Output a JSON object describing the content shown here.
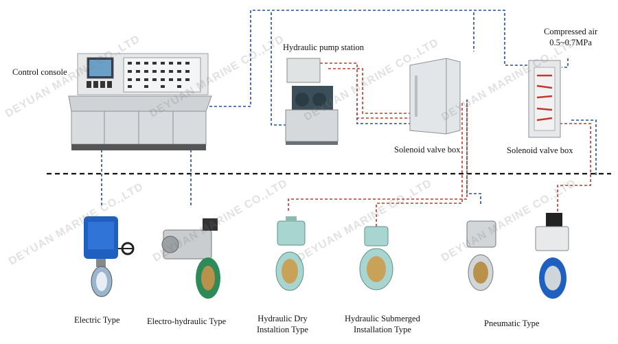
{
  "labels": {
    "control_console": "Control console",
    "hydraulic_pump_station": "Hydraulic pump station",
    "solenoid_box_1": "Solenoid valve box",
    "solenoid_box_2": "Solenoid valve box",
    "compressed_air_line1": "Compressed air",
    "compressed_air_line2": "0.5~0.7MPa",
    "electric_type": "Electric Type",
    "electro_hydraulic_type": "Electro-hydraulic Type",
    "hydraulic_dry_line1": "Hydraulic Dry",
    "hydraulic_dry_line2": "Instaltion Type",
    "hydraulic_submerged_line1": "Hydraulic Submerged",
    "hydraulic_submerged_line2": "Installation Type",
    "pneumatic_type": "Pneumatic Type"
  },
  "watermark": "DEYUAN MARINE CO.,LTD",
  "colors": {
    "signal_line": "#1f4e9a",
    "hydraulic_line": "#c0392b",
    "divider": "#111111",
    "equipment_gray": "#d8dcdf",
    "valve_blue": "#1f5fbf",
    "valve_green": "#2e8b57",
    "valve_teal": "#a8d5cf"
  }
}
